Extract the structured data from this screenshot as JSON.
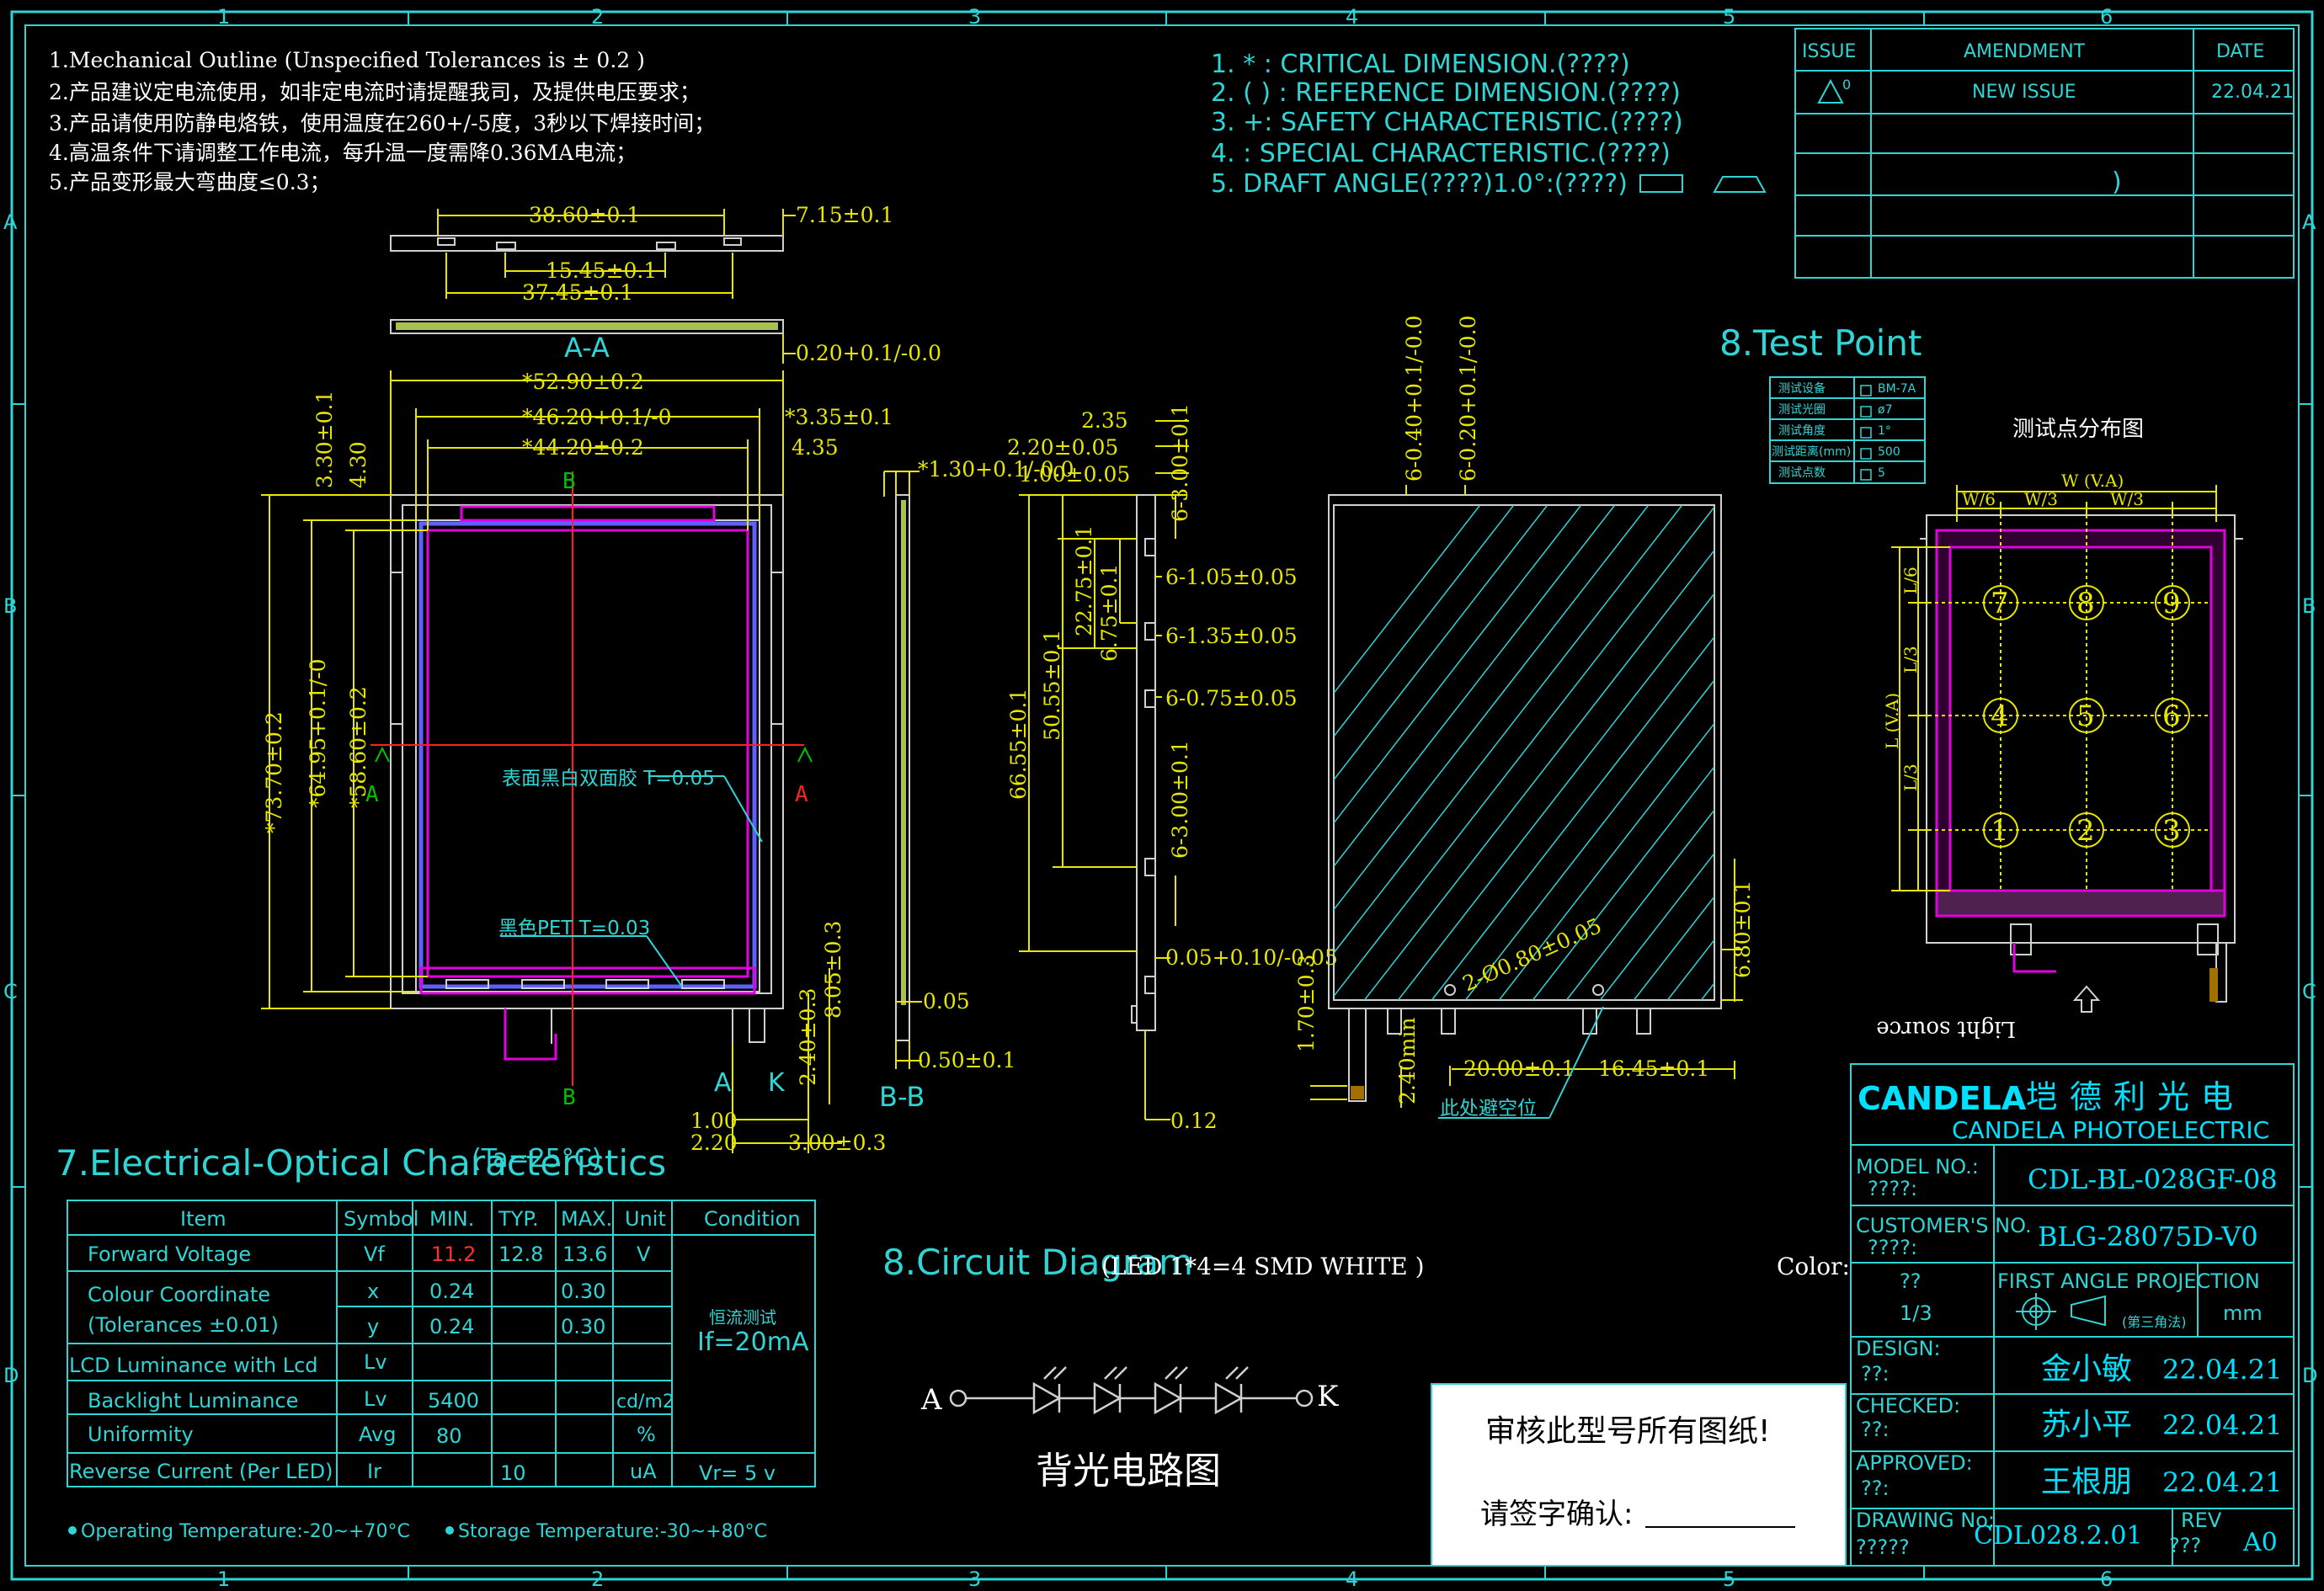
{
  "frame": {
    "cols_top": [
      "1",
      "2",
      "3",
      "4",
      "5",
      "6"
    ],
    "cols_bottom": [
      "1",
      "2",
      "3",
      "4",
      "5",
      "6"
    ],
    "rows": [
      "A",
      "B",
      "C",
      "D"
    ]
  },
  "notes": [
    "1.Mechanical Outline (Unspecified Tolerances is ± 0.2 )",
    "2.产品建议定电流使用，如非定电流时请提醒我司，及提供电压要求；",
    "3.产品请使用防静电烙铁，使用温度在260+/-5度，3秒以下焊接时间；",
    "4.高温条件下请调整工作电流，每升温一度需降0.36MA电流；",
    "5.产品变形最大弯曲度≤0.3；"
  ],
  "legend_notes": [
    "1.  *  : CRITICAL DIMENSION.(????)",
    "2. ( ) : REFERENCE DIMENSION.(????)",
    "3. +:  SAFETY CHARACTERISTIC.(????)",
    "4.      : SPECIAL CHARACTERISTIC.(????)",
    "5.  DRAFT ANGLE(????)1.0°:(????)"
  ],
  "revision_table": {
    "headers": [
      "ISSUE",
      "AMENDMENT",
      "DATE"
    ],
    "rows": [
      [
        "0",
        "NEW ISSUE",
        "22.04.21"
      ]
    ],
    "paren": ")"
  },
  "dimensions": {
    "top_view": [
      "38.60±0.1",
      "7.15±0.1",
      "15.45±0.1",
      "37.45±0.1",
      "A-A",
      "0.20+0.1/-0.0"
    ],
    "front": [
      "*52.90±0.2",
      "*46.20+0.1/-0",
      "*3.35±0.1",
      "*44.20±0.2",
      "4.35",
      "3.30±0.1",
      "4.30",
      "*73.70±0.2",
      "*64.95+0.1/-0",
      "*58.60±0.2",
      "2.40±0.3",
      "8.05±0.3",
      "1.00",
      "2.20",
      "3.00±0.3"
    ],
    "section_labels": [
      "B",
      "B",
      "A",
      "A",
      "A",
      "K",
      "B-B"
    ],
    "side": [
      "*1.30+0.1/-0.0",
      "0.05",
      "0.50±0.1"
    ],
    "right_side": [
      "2.35",
      "2.20±0.05",
      "1.00±0.05",
      "6-3.00±0.1",
      "6-1.05±0.05",
      "6-1.35±0.05",
      "6-0.75±0.05",
      "22.75±0.1",
      "6.75±0.1",
      "66.55±0.1",
      "50.55±0.1",
      "6-3.00±0.1",
      "0.05+0.10/-0.05",
      "0.12"
    ],
    "back": [
      "6-0.40+0.1/-0.0",
      "6-0.20+0.1/-0.0",
      "2-Ø0.80±0.05",
      "6.80±0.1",
      "1.70±0.3",
      "2.40min",
      "20.00±0.1",
      "16.45±0.1"
    ]
  },
  "callouts": {
    "tape": "表面黑白双面胶 T=0.05",
    "pet": "黑色PET T=0.03",
    "avoid": "此处避空位"
  },
  "test_point": {
    "title": "8.Test Point",
    "table": [
      [
        "测试设备",
        "BM-7A"
      ],
      [
        "测试光圈",
        "ø7"
      ],
      [
        "测试角度",
        "1°"
      ],
      [
        "测试距离(mm)",
        "500"
      ],
      [
        "测试点数",
        "5"
      ]
    ],
    "subtitle": "测试点分布图",
    "labels": [
      "W (V.A)",
      "W/6",
      "W/3",
      "W/3",
      "L/6",
      "L/3",
      "L (V.A)",
      "L/3"
    ],
    "points": [
      "7",
      "8",
      "9",
      "4",
      "5",
      "6",
      "1",
      "2",
      "3"
    ],
    "light": "Light source"
  },
  "electrical": {
    "title": "7.Electrical-Optical Characteristics",
    "temp": "(Ta=25°C)",
    "headers": [
      "Item",
      "Symbol",
      "MIN.",
      "TYP.",
      "MAX.",
      "Unit",
      "Condition"
    ],
    "rows": [
      [
        "Forward  Voltage",
        "Vf",
        "11.2",
        "12.8",
        "13.6",
        "V"
      ],
      [
        "Colour Coordinate",
        "x",
        "0.24",
        "",
        "0.30",
        ""
      ],
      [
        "(Tolerances ±0.01)",
        "y",
        "0.24",
        "",
        "0.30",
        ""
      ],
      [
        "LCD Luminance with Lcd",
        "Lv",
        "",
        "",
        "",
        ""
      ],
      [
        "Backlight Luminance",
        "Lv",
        "5400",
        "",
        "",
        "cd/m2"
      ],
      [
        "Uniformity",
        "Avg",
        "80",
        "",
        "",
        "%"
      ],
      [
        "Reverse Current (Per LED)",
        "Ir",
        "",
        "10",
        "",
        "uA"
      ]
    ],
    "condition1": "恒流测试",
    "condition2": "If=20mA",
    "reverse_cond": "Vr= 5 v",
    "op_temp": "Operating Temperature:-20~+70°C",
    "st_temp": "Storage Temperature:-30~+80°C"
  },
  "circuit": {
    "title": "8.Circuit Diagram",
    "spec": "(LED 1*4=4  SMD       WHITE                  )",
    "color_label": "Color:",
    "anode": "A",
    "cathode": "K",
    "caption": "背光电路图"
  },
  "approval": {
    "line1": "审核此型号所有图纸!",
    "line2": "请签字确认:"
  },
  "title_block": {
    "logo": "CANDELA",
    "company_cn": "垲德利光电",
    "company_en": "CANDELA PHOTOELECTRIC",
    "model_label": "MODEL NO.:",
    "model_sub": "????:",
    "model": "CDL-BL-028GF-08",
    "customer_label": "CUSTOMER'S NO.",
    "customer_sub": "????:",
    "customer": "BLG-28075D-V0",
    "scale_label": "??",
    "scale": "1/3",
    "projection": "FIRST ANGLE PROJECTION",
    "projection_sub": "(第三角法)",
    "unit": "mm",
    "design_label": "DESIGN:",
    "design_sub": "??:",
    "design_name": "金小敏",
    "design_date": "22.04.21",
    "checked_label": "CHECKED:",
    "checked_sub": "??:",
    "checked_name": "苏小平",
    "checked_date": "22.04.21",
    "approved_label": "APPROVED:",
    "approved_sub": "??:",
    "approved_name": "王根朋",
    "approved_date": "22.04.21",
    "drawing_label": "DRAWING No:",
    "drawing_sub": "?????",
    "drawing": "CDL028.2.01",
    "rev_label": "REV",
    "rev_sub": "???",
    "rev": "A0"
  },
  "colors": {
    "background": "#000000",
    "frame": "#2fd4d4",
    "dimension": "#e6e600",
    "outline": "#d0d0d0",
    "active_area": "#e000e0",
    "section_mark": "#ff2020"
  }
}
